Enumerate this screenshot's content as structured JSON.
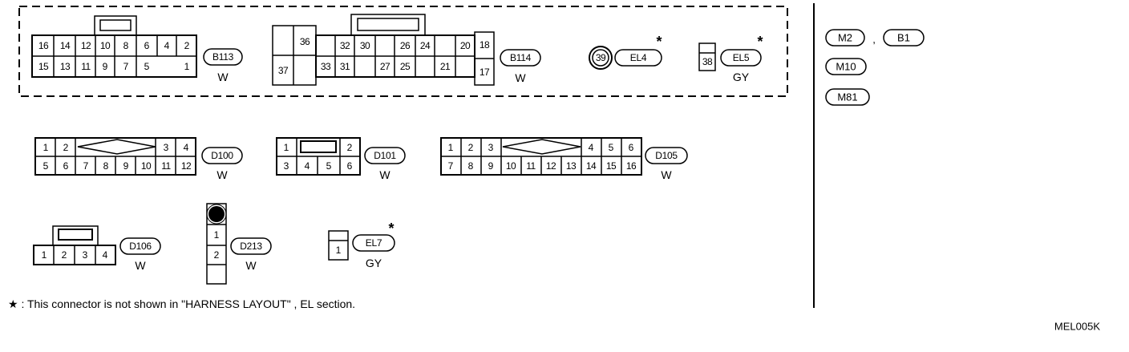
{
  "connectors": {
    "b113": {
      "id": "B113",
      "color": "W",
      "top": [
        "16",
        "14",
        "12",
        "10",
        "8",
        "6",
        "4",
        "2"
      ],
      "bottom": [
        "15",
        "13",
        "11",
        "9",
        "7",
        "5",
        "",
        "1"
      ]
    },
    "b114": {
      "id": "B114",
      "color": "W",
      "top": [
        "",
        "36",
        "",
        "32",
        "30",
        "",
        "26",
        "24",
        "",
        "20"
      ],
      "bottom": [
        "37",
        "",
        "33",
        "31",
        "",
        "27",
        "25",
        "",
        "21",
        ""
      ],
      "right_top": "18",
      "right_bottom": "17"
    },
    "el4": {
      "id": "EL4",
      "pin": "39",
      "star": "*"
    },
    "el5": {
      "id": "EL5",
      "color": "GY",
      "pin": "38",
      "star": "*"
    },
    "d100": {
      "id": "D100",
      "color": "W",
      "top_left": [
        "1",
        "2"
      ],
      "top_right": [
        "3",
        "4"
      ],
      "bottom": [
        "5",
        "6",
        "7",
        "8",
        "9",
        "10",
        "11",
        "12"
      ]
    },
    "d101": {
      "id": "D101",
      "color": "W",
      "top_left": "1",
      "top_right": "2",
      "bottom": [
        "3",
        "4",
        "5",
        "6"
      ]
    },
    "d105": {
      "id": "D105",
      "color": "W",
      "top_left": [
        "1",
        "2",
        "3"
      ],
      "top_right": [
        "4",
        "5",
        "6"
      ],
      "bottom": [
        "7",
        "8",
        "9",
        "10",
        "11",
        "12",
        "13",
        "14",
        "15",
        "16"
      ]
    },
    "d106": {
      "id": "D106",
      "color": "W",
      "pins": [
        "1",
        "2",
        "3",
        "4"
      ]
    },
    "d213": {
      "id": "D213",
      "color": "W",
      "pins": [
        "1",
        "2"
      ]
    },
    "el7": {
      "id": "EL7",
      "color": "GY",
      "pin": "1",
      "star": "*"
    }
  },
  "references": {
    "row1": [
      "M2",
      "B1"
    ],
    "separator": ",",
    "row2": "M10",
    "row3": "M81"
  },
  "footnote": "★ : This connector is not shown in \"HARNESS LAYOUT\" , EL section.",
  "figure_code": "MEL005K"
}
